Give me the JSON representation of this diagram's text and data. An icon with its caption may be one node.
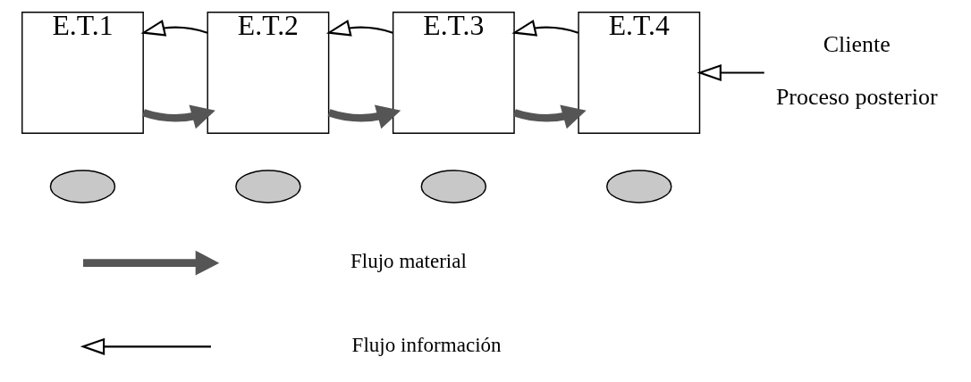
{
  "diagram": {
    "nodes": [
      {
        "text": [
          "E.T.1"
        ]
      },
      {
        "text": [
          "E.T.2"
        ]
      },
      {
        "text": [
          "E.T.3"
        ]
      },
      {
        "text": [
          "E.T.4"
        ]
      },
      {
        "text": [
          "Cliente",
          "Proceso posterior"
        ]
      },
      {
        "text": [],
        "shape": "ellipse"
      },
      {
        "text": [],
        "shape": "ellipse"
      },
      {
        "text": [],
        "shape": "ellipse"
      },
      {
        "text": [],
        "shape": "ellipse"
      }
    ],
    "edges": [
      {
        "from": 0,
        "to": 1,
        "arrow": "to",
        "style": "thick"
      },
      {
        "from": 1,
        "to": 0,
        "arrow": "to"
      },
      {
        "from": 1,
        "to": 2,
        "arrow": "to",
        "style": "thick"
      },
      {
        "from": 2,
        "to": 1,
        "arrow": "to"
      },
      {
        "from": 2,
        "to": 3,
        "arrow": "to",
        "style": "thick"
      },
      {
        "from": 3,
        "to": 2,
        "arrow": "to"
      },
      {
        "from": 4,
        "to": 3,
        "arrow": "to"
      }
    ],
    "legend": [
      {
        "text": "Flujo material"
      },
      {
        "text": "Flujo información"
      }
    ]
  }
}
